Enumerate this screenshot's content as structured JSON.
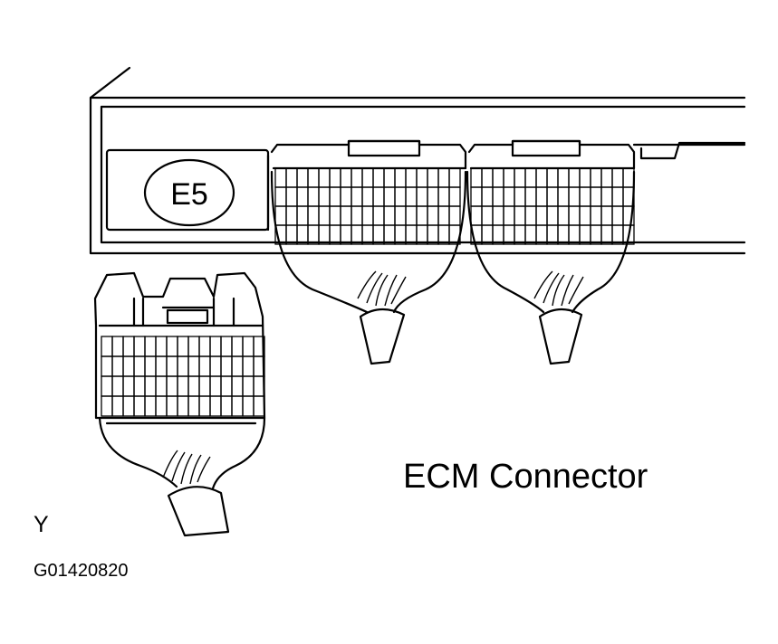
{
  "diagram": {
    "ecu_label": "E5",
    "caption": "ECM Connector",
    "letter": "Y",
    "figure_code": "G01420820"
  },
  "colors": {
    "ink": "#000000",
    "paper": "#ffffff"
  }
}
